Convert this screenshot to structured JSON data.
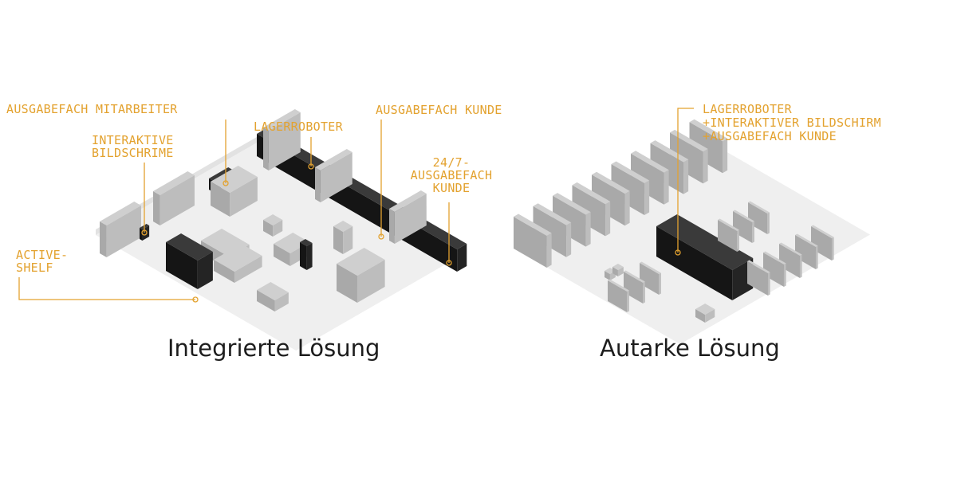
{
  "colors": {
    "accent": "#e3a22f",
    "dark": "#1e1e1e",
    "shelf": "#b8b8b8",
    "floor": "#efefef"
  },
  "integrated": {
    "title": "Integrierte Lösung",
    "labels": {
      "ausgabefach_mitarbeiter": "AUSGABEFACH MITARBEITER",
      "interaktive_1": "INTERAKTIVE",
      "interaktive_2": "BILDSCHRIME",
      "lagerroboter": "LAGERROBOTER",
      "ausgabefach_kunde": "AUSGABEFACH KUNDE",
      "ausgabefach_247_1": "24/7-",
      "ausgabefach_247_2": "AUSGABEFACH",
      "ausgabefach_247_3": "KUNDE",
      "active_shelf_1": "ACTIVE-",
      "active_shelf_2": "SHELF"
    }
  },
  "standalone": {
    "title": "Autarke Lösung",
    "labels": {
      "line1": "LAGERROBOTER",
      "line2": "+INTERAKTIVER BILDSCHIRM",
      "line3": "+AUSGABEFACH KUNDE"
    }
  }
}
